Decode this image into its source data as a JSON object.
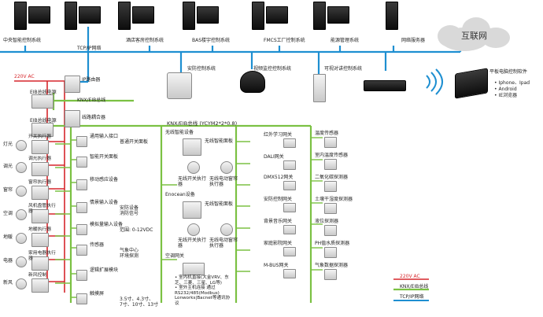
{
  "top_systems": [
    "中央智能控制系统",
    "TCP/IP网络",
    "酒店客房控制系统",
    "BAS楼宇控制系统",
    "FMCS工厂控制系统",
    "能源管理系统",
    "网络服务器"
  ],
  "second_row": [
    "安防控制系统",
    "视频监控控制系统",
    "可视对讲控制系统"
  ],
  "internet": "互联网",
  "tablet": {
    "title": "平板电脑控制软件",
    "items": [
      "• Iphone、Ipad",
      "• Android",
      "• IE浏览器"
    ]
  },
  "left_chain": {
    "ac": "220V AC",
    "ip_router": "IP路由器",
    "eib_power1": "EIB总线电源",
    "eib_bus": "KNX/EIB总线",
    "eib_power2": "EIB总线电源",
    "coupler": "线路耦合器",
    "knx_cable": "KNX/EIB总线 (YCYM2*2*0.8)"
  },
  "loads": [
    {
      "icon": "灯光",
      "actuator": "开关执行器"
    },
    {
      "icon": "调光",
      "actuator": "调光执行器"
    },
    {
      "icon": "窗帘",
      "actuator": "窗帘执行器"
    },
    {
      "icon": "空调",
      "actuator": "风机盘管执行器"
    },
    {
      "icon": "地暖",
      "actuator": "地暖执行器"
    },
    {
      "icon": "电器",
      "actuator": "家用电器执行器"
    },
    {
      "icon": "新风",
      "actuator": "新风控制"
    }
  ],
  "col1": [
    {
      "label": "通用输入接口",
      "sub": "普通开关面板"
    },
    {
      "label": "智能开关面板",
      "sub": ""
    },
    {
      "label": "移动感应设备",
      "sub": ""
    },
    {
      "label": "情景输入设备",
      "sub": "安防设备\n消防信号"
    },
    {
      "label": "模拟量输入设备",
      "sub": "范围: 0-12VDC"
    },
    {
      "label": "传感器",
      "sub": "气象中心\n环境探测"
    },
    {
      "label": "逻辑扩展模块",
      "sub": ""
    },
    {
      "label": "触摸屏",
      "sub": "3.5寸、4.3寸、\n7寸、10寸、13寸"
    }
  ],
  "col2": {
    "wireless_dev": "无线智能设备",
    "wireless_panel": "无线智能面板",
    "wireless_switch": "无线开关执行器",
    "wireless_curtain": "无线电动窗帘执行器",
    "enocean": "Enocean设备",
    "enocean_panel": "无线智能面板",
    "enocean_switch": "无线开关执行器",
    "enocean_curtain": "无线电动窗帘执行器",
    "ac_gateway": "空调网关",
    "ac_desc": "• 室内机直接(大金VRV、东芝、三菱、三星、LG等)\n• 室外主机连接 通过RS232/485(Modbus) Lonworks|Bacnet等通讯协议"
  },
  "col3": [
    "红外学习网关",
    "DALI网关",
    "DMX512网关",
    "安防控制网关",
    "背景音乐网关",
    "家庭影院网关",
    "M-BUS网关"
  ],
  "col4": [
    "温度传感器",
    "室内温度传感器",
    "二氧化碳探测器",
    "土壤干湿度探测器",
    "液位探测器",
    "PH值水质探测器",
    "气象数据探测器"
  ],
  "legend": [
    {
      "label": "220V AC",
      "color": "#d6262b"
    },
    {
      "label": "KNX/EIB总线",
      "color": "#7bc143"
    },
    {
      "label": "TCP/IP网络",
      "color": "#1e8fd1"
    }
  ],
  "colors": {
    "red": "#d6262b",
    "green": "#7bc143",
    "blue": "#1e8fd1"
  }
}
